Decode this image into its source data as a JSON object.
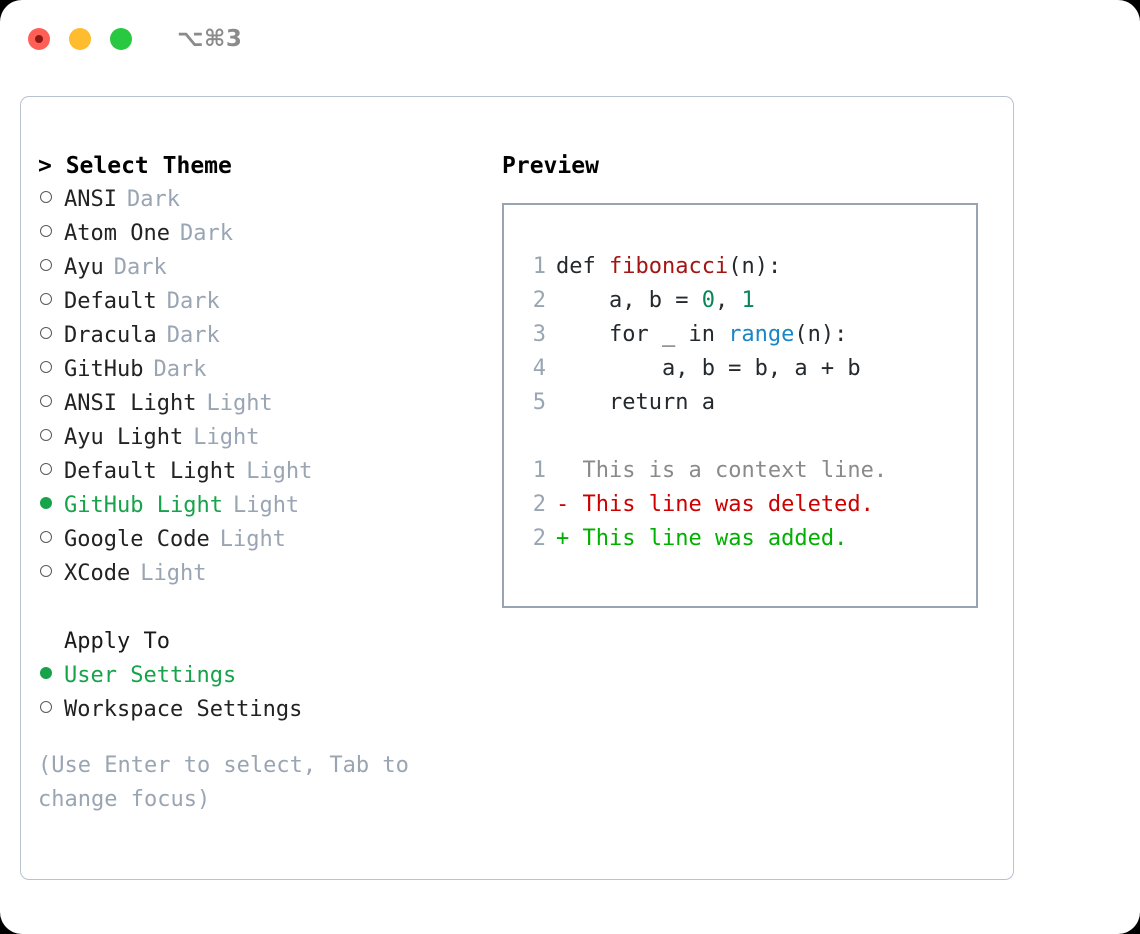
{
  "titlebar": {
    "shortcut": "⌥⌘3",
    "dots": [
      {
        "name": "close",
        "color": "#ff5f57"
      },
      {
        "name": "minimize",
        "color": "#febc2e"
      },
      {
        "name": "zoom",
        "color": "#28c840"
      }
    ]
  },
  "accent": {
    "selected_green": "#16a34a",
    "muted": "#9aa5b4",
    "border": "#b9c2cf"
  },
  "left": {
    "heading": "> Select Theme",
    "themes": [
      {
        "label": "ANSI",
        "category": "Dark",
        "selected": false
      },
      {
        "label": "Atom One",
        "category": "Dark",
        "selected": false
      },
      {
        "label": "Ayu",
        "category": "Dark",
        "selected": false
      },
      {
        "label": "Default",
        "category": "Dark",
        "selected": false
      },
      {
        "label": "Dracula",
        "category": "Dark",
        "selected": false
      },
      {
        "label": "GitHub",
        "category": "Dark",
        "selected": false
      },
      {
        "label": "ANSI Light",
        "category": "Light",
        "selected": false
      },
      {
        "label": "Ayu Light",
        "category": "Light",
        "selected": false
      },
      {
        "label": "Default Light",
        "category": "Light",
        "selected": false
      },
      {
        "label": "GitHub Light",
        "category": "Light",
        "selected": true
      },
      {
        "label": "Google Code",
        "category": "Light",
        "selected": false
      },
      {
        "label": "XCode",
        "category": "Light",
        "selected": false
      }
    ],
    "apply_to_heading": "Apply To",
    "apply_to_options": [
      {
        "label": "User Settings",
        "selected": true
      },
      {
        "label": "Workspace Settings",
        "selected": false
      }
    ],
    "hint": "(Use Enter to select, Tab to change focus)"
  },
  "right": {
    "heading": "Preview",
    "code_lines": [
      {
        "num": "1",
        "tokens": [
          {
            "text": "def ",
            "type": "plain"
          },
          {
            "text": "fibonacci",
            "type": "func"
          },
          {
            "text": "(n):",
            "type": "plain"
          }
        ]
      },
      {
        "num": "2",
        "tokens": [
          {
            "text": "    a, b = ",
            "type": "plain"
          },
          {
            "text": "0",
            "type": "num"
          },
          {
            "text": ", ",
            "type": "plain"
          },
          {
            "text": "1",
            "type": "num"
          }
        ]
      },
      {
        "num": "3",
        "tokens": [
          {
            "text": "    for _ in ",
            "type": "plain"
          },
          {
            "text": "range",
            "type": "call"
          },
          {
            "text": "(n):",
            "type": "plain"
          }
        ]
      },
      {
        "num": "4",
        "tokens": [
          {
            "text": "        a, b = b, a + b",
            "type": "plain"
          }
        ]
      },
      {
        "num": "5",
        "tokens": [
          {
            "text": "    return a",
            "type": "plain"
          }
        ]
      }
    ],
    "diff_lines": [
      {
        "num": "1",
        "sign": " ",
        "text": "This is a context line.",
        "kind": "context"
      },
      {
        "num": "2",
        "sign": "-",
        "text": "This line was deleted.",
        "kind": "deleted"
      },
      {
        "num": "2",
        "sign": "+",
        "text": "This line was added.",
        "kind": "added"
      }
    ]
  }
}
